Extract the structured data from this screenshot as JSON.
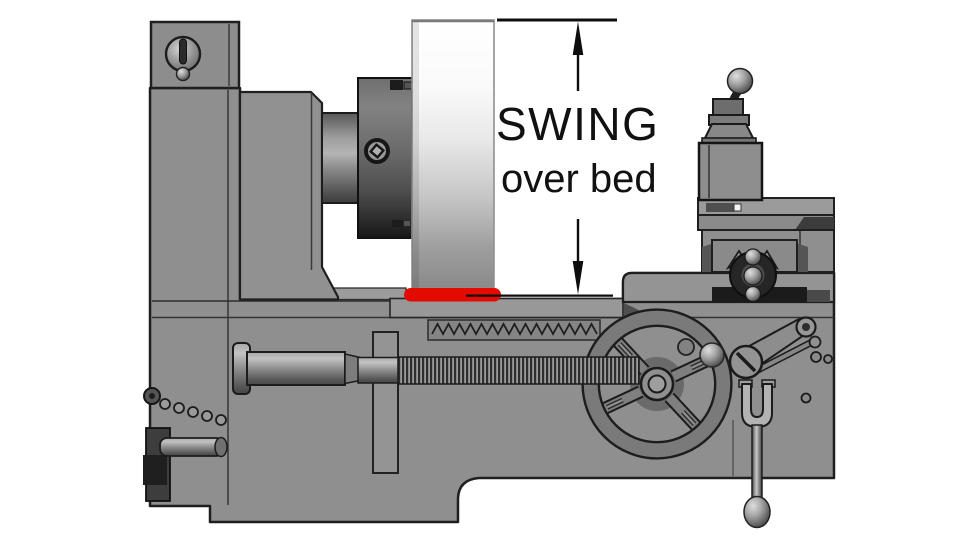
{
  "diagram": {
    "subject": "lathe-swing-over-bed-dimension-illustration",
    "labels": {
      "swing": "SWING",
      "over_bed": "over bed"
    },
    "colors": {
      "highlight_red": "#e30b00",
      "machine_gray": "#8f8f8f",
      "outline": "#1f1f1f",
      "dimension": "#0e0e0e",
      "background": "#ffffff"
    }
  }
}
